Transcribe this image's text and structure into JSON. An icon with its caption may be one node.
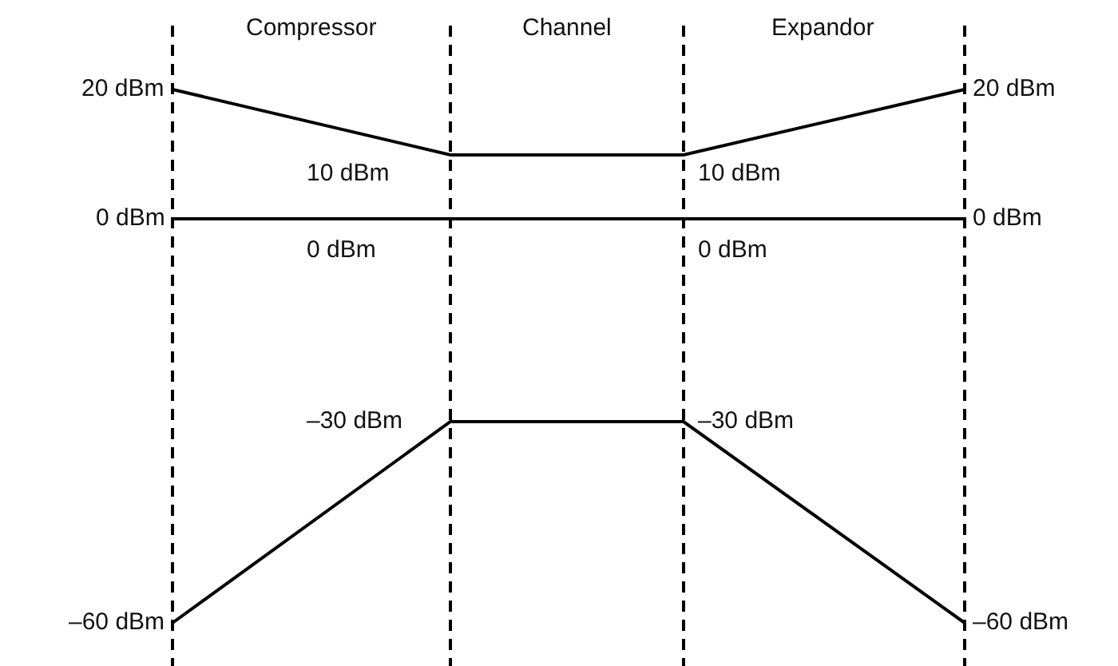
{
  "diagram": {
    "labels": [
      "Compressor",
      "Channel",
      "Expandor",
      "20 dBm",
      "20 dBm",
      "10 dBm",
      "10 dBm",
      "0 dBm",
      "0 dBm",
      "0 dBm",
      "0 dBm",
      "–30 dBm",
      "–30 dBm",
      "–60 dBm",
      "–60 dBm"
    ]
  }
}
